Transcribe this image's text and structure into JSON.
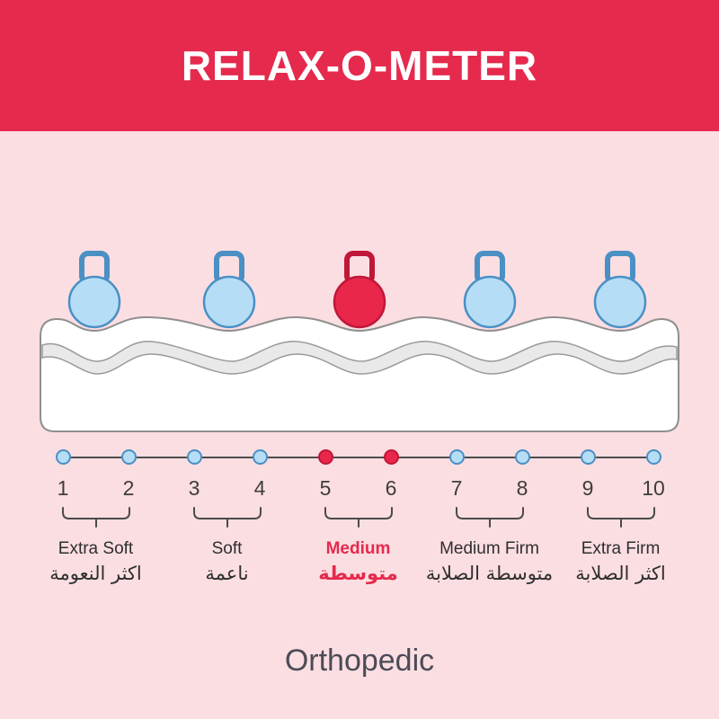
{
  "banner": {
    "title": "RELAX-O-METER"
  },
  "meter": {
    "weights": [
      "blue",
      "blue",
      "red",
      "blue",
      "blue"
    ],
    "points": [
      {
        "num": "1",
        "color": "blue"
      },
      {
        "num": "2",
        "color": "blue"
      },
      {
        "num": "3",
        "color": "blue"
      },
      {
        "num": "4",
        "color": "blue"
      },
      {
        "num": "5",
        "color": "red"
      },
      {
        "num": "6",
        "color": "red"
      },
      {
        "num": "7",
        "color": "blue"
      },
      {
        "num": "8",
        "color": "blue"
      },
      {
        "num": "9",
        "color": "blue"
      },
      {
        "num": "10",
        "color": "blue"
      }
    ],
    "groups": [
      {
        "en": "Extra Soft",
        "ar": "اكثر النعومة",
        "highlight": false
      },
      {
        "en": "Soft",
        "ar": "ناعمة",
        "highlight": false
      },
      {
        "en": "Medium",
        "ar": "متوسطة",
        "highlight": true
      },
      {
        "en": "Medium Firm",
        "ar": "متوسطة الصلابة",
        "highlight": false
      },
      {
        "en": "Extra Firm",
        "ar": "اكثر الصلابة",
        "highlight": false
      }
    ]
  },
  "footer": {
    "label": "Orthopedic"
  },
  "colors": {
    "banner_red": "#e52a4d",
    "background_pink": "#fbdee2",
    "weight_blue": "#b5ddf6",
    "weight_blue_stroke": "#4a90c4",
    "weight_red": "#e8274b",
    "weight_red_stroke": "#c01739",
    "text_dark": "#3d3d3d",
    "highlight_red": "#e52a4d",
    "mattress_stroke": "#8f8f8f",
    "mattress_band": "#e9e9e9"
  }
}
